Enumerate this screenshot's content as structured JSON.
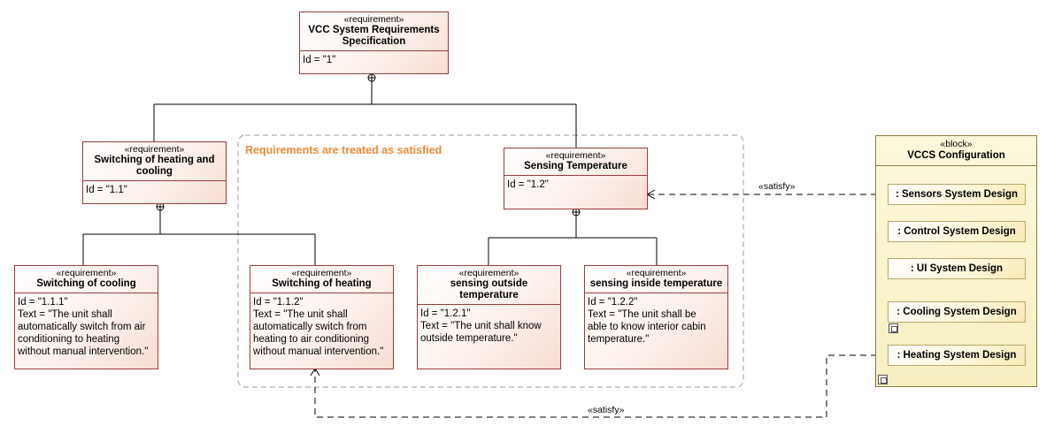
{
  "requirements": {
    "root": {
      "stereotype": "«requirement»",
      "title": "VCC System Requirements Specification",
      "id_line": "Id = \"1\""
    },
    "r11": {
      "stereotype": "«requirement»",
      "title": "Switching of heating and cooling",
      "id_line": "Id = \"1.1\""
    },
    "r12": {
      "stereotype": "«requirement»",
      "title": "Sensing Temperature",
      "id_line": "Id = \"1.2\""
    },
    "r111": {
      "stereotype": "«requirement»",
      "title": "Switching of cooling",
      "id_line": "Id = \"1.1.1\"",
      "text_lines": [
        "Text = \"The unit shall",
        "automatically switch from air",
        "conditioning to heating",
        "without manual intervention.\""
      ]
    },
    "r112": {
      "stereotype": "«requirement»",
      "title": "Switching of heating",
      "id_line": "Id = \"1.1.2\"",
      "text_lines": [
        "Text = \"The unit shall",
        "automatically switch from",
        "heating to air conditioning",
        "without manual intervention.\""
      ]
    },
    "r121": {
      "stereotype": "«requirement»",
      "title": "sensing outside temperature",
      "id_line": "Id = \"1.2.1\"",
      "text_lines": [
        "Text = \"The unit shall know",
        "outside temperature.\""
      ]
    },
    "r122": {
      "stereotype": "«requirement»",
      "title": "sensing inside temperature",
      "id_line": "Id = \"1.2.2\"",
      "text_lines": [
        "Text = \"The unit shall be",
        "able to know interior cabin",
        "temperature.\""
      ]
    }
  },
  "note": {
    "title": "Requirements are treated as satisfied"
  },
  "block": {
    "stereotype": "«block»",
    "title": "VCCS Configuration",
    "parts": [
      ": Sensors System Design",
      ": Control System Design",
      ": UI System Design",
      ": Cooling System Design",
      ": Heating System Design"
    ]
  },
  "connectors": {
    "satisfy_top": "«satisfy»",
    "satisfy_bottom": "«satisfy»"
  },
  "colors": {
    "requirement_border": "#9b3c3c",
    "block_border": "#8c7a3c",
    "note_title": "#ef8a3a"
  }
}
